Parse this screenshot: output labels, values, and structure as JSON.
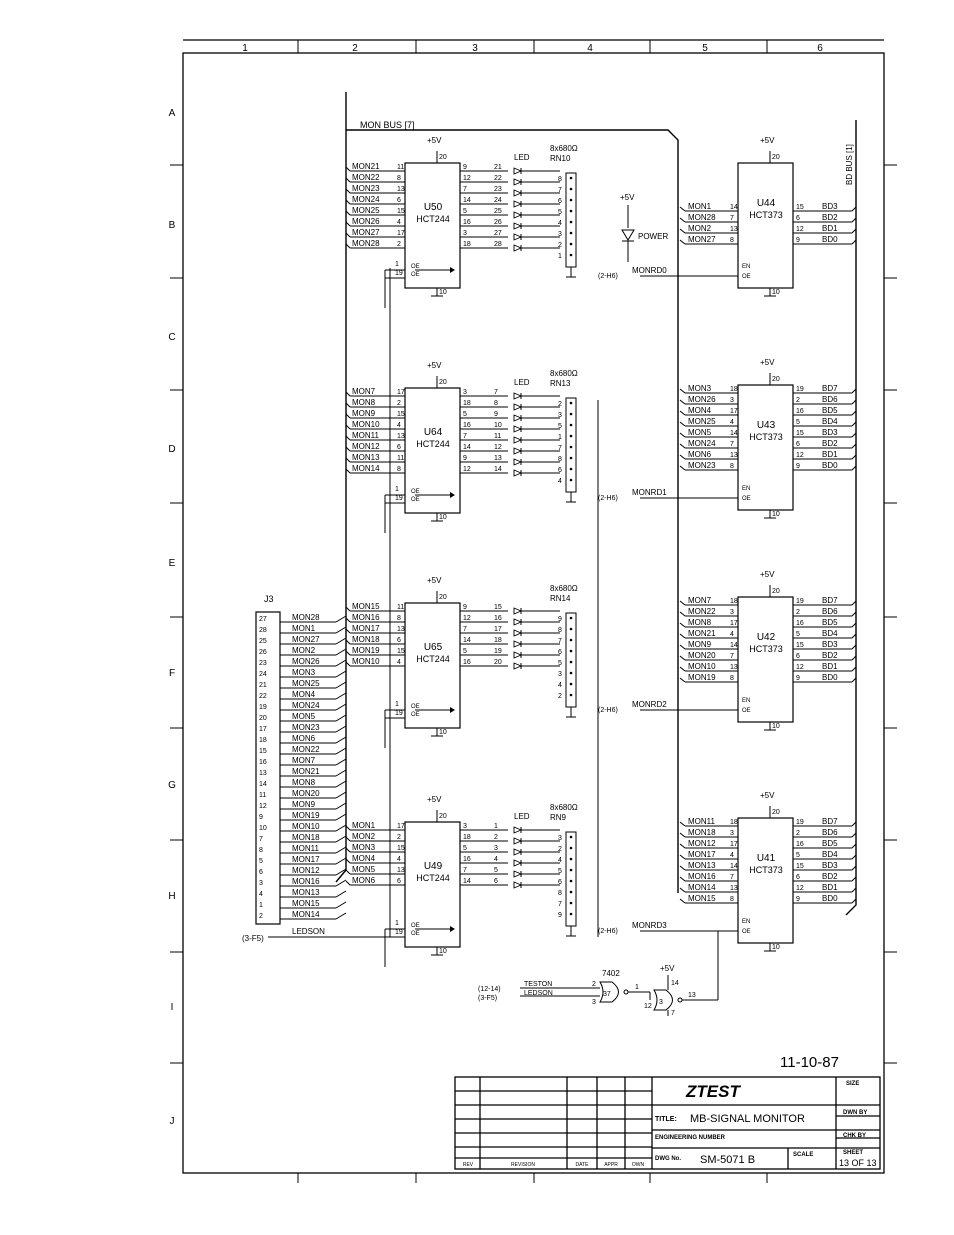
{
  "grid": {
    "cols": [
      "1",
      "2",
      "3",
      "4",
      "5",
      "6"
    ],
    "rows": [
      "A",
      "B",
      "C",
      "D",
      "E",
      "F",
      "G",
      "H",
      "I",
      "J"
    ]
  },
  "bus": {
    "label": "MON BUS [7]",
    "bd_label": "BD BUS [1]"
  },
  "power": {
    "vcc": "+5V",
    "vcc_pin": "20",
    "gnd_pin": "10",
    "power_led": "POWER"
  },
  "buffers": [
    {
      "ref": "U50",
      "part": "HCT244",
      "inputs": [
        "MON21",
        "MON22",
        "MON23",
        "MON24",
        "MON25",
        "MON26",
        "MON27",
        "MON28"
      ],
      "in_pins": [
        "11",
        "8",
        "13",
        "6",
        "15",
        "4",
        "17",
        "2"
      ],
      "out_pins": [
        "9",
        "12",
        "7",
        "14",
        "5",
        "16",
        "3",
        "18"
      ],
      "led_label": "LED",
      "led_pins": [
        "21",
        "22",
        "23",
        "24",
        "25",
        "26",
        "27",
        "28"
      ],
      "rn": "RN10",
      "rn_val": "8x680Ω",
      "rn_pins": [
        "8",
        "7",
        "6",
        "5",
        "4",
        "3",
        "2",
        "1"
      ]
    },
    {
      "ref": "U64",
      "part": "HCT244",
      "inputs": [
        "MON7",
        "MON8",
        "MON9",
        "MON10",
        "MON11",
        "MON12",
        "MON13",
        "MON14"
      ],
      "in_pins": [
        "17",
        "2",
        "15",
        "4",
        "13",
        "6",
        "11",
        "8"
      ],
      "out_pins": [
        "3",
        "18",
        "5",
        "16",
        "7",
        "14",
        "9",
        "12"
      ],
      "led_label": "LED",
      "led_pins": [
        "7",
        "8",
        "9",
        "10",
        "11",
        "12",
        "13",
        "14"
      ],
      "rn": "RN13",
      "rn_val": "8x680Ω",
      "rn_pins": [
        "2",
        "3",
        "5",
        "1",
        "7",
        "8",
        "6",
        "4"
      ]
    },
    {
      "ref": "U65",
      "part": "HCT244",
      "inputs": [
        "MON15",
        "MON16",
        "MON17",
        "MON18",
        "MON19",
        "MON10"
      ],
      "in_pins": [
        "11",
        "8",
        "13",
        "6",
        "15",
        "4"
      ],
      "out_pins": [
        "9",
        "12",
        "7",
        "14",
        "5",
        "16"
      ],
      "led_label": "",
      "led_pins": [
        "15",
        "16",
        "17",
        "18",
        "19",
        "20"
      ],
      "rn": "RN14",
      "rn_val": "8x680Ω",
      "rn_pins": [
        "9",
        "8",
        "7",
        "6",
        "5",
        "3",
        "4",
        "2"
      ]
    },
    {
      "ref": "U49",
      "part": "HCT244",
      "inputs": [
        "MON1",
        "MON2",
        "MON3",
        "MON4",
        "MON5",
        "MON6"
      ],
      "in_pins": [
        "17",
        "2",
        "15",
        "4",
        "13",
        "6"
      ],
      "out_pins": [
        "3",
        "18",
        "5",
        "16",
        "7",
        "14"
      ],
      "led_label": "LED",
      "led_pins": [
        "1",
        "2",
        "3",
        "4",
        "5",
        "6"
      ],
      "rn": "RN9",
      "rn_val": "8x680Ω",
      "rn_pins": [
        "3",
        "2",
        "4",
        "5",
        "6",
        "8",
        "7",
        "9"
      ]
    }
  ],
  "buffer_oe": {
    "oe1": "1",
    "oe2": "19"
  },
  "latches": [
    {
      "ref": "U44",
      "part": "HCT373",
      "inputs": [
        "MON1",
        "MON28",
        "MON2",
        "MON27"
      ],
      "in_pins": [
        "14",
        "7",
        "13",
        "8"
      ],
      "outputs": [
        "BD3",
        "BD2",
        "BD1",
        "BD0"
      ],
      "out_pins": [
        "15",
        "6",
        "12",
        "9"
      ],
      "rd": "MONRD0",
      "ref_note": "(2-H6)"
    },
    {
      "ref": "U43",
      "part": "HCT373",
      "inputs": [
        "MON3",
        "MON26",
        "MON4",
        "MON25",
        "MON5",
        "MON24",
        "MON6",
        "MON23"
      ],
      "in_pins": [
        "18",
        "3",
        "17",
        "4",
        "14",
        "7",
        "13",
        "8"
      ],
      "outputs": [
        "BD7",
        "BD6",
        "BD5",
        "BD4",
        "BD3",
        "BD2",
        "BD1",
        "BD0"
      ],
      "out_pins": [
        "19",
        "2",
        "16",
        "5",
        "15",
        "6",
        "12",
        "9"
      ],
      "rd": "MONRD1",
      "ref_note": "(2-H6)"
    },
    {
      "ref": "U42",
      "part": "HCT373",
      "inputs": [
        "MON7",
        "MON22",
        "MON8",
        "MON21",
        "MON9",
        "MON20",
        "MON10",
        "MON19"
      ],
      "in_pins": [
        "18",
        "3",
        "17",
        "4",
        "14",
        "7",
        "13",
        "8"
      ],
      "outputs": [
        "BD7",
        "BD6",
        "BD5",
        "BD4",
        "BD3",
        "BD2",
        "BD1",
        "BD0"
      ],
      "out_pins": [
        "19",
        "2",
        "16",
        "5",
        "15",
        "6",
        "12",
        "9"
      ],
      "rd": "MONRD2",
      "ref_note": "(2-H6)"
    },
    {
      "ref": "U41",
      "part": "HCT373",
      "inputs": [
        "MON11",
        "MON18",
        "MON12",
        "MON17",
        "MON13",
        "MON16",
        "MON14",
        "MON15"
      ],
      "in_pins": [
        "18",
        "3",
        "17",
        "4",
        "14",
        "7",
        "13",
        "8"
      ],
      "outputs": [
        "BD7",
        "BD6",
        "BD5",
        "BD4",
        "BD3",
        "BD2",
        "BD1",
        "BD0"
      ],
      "out_pins": [
        "19",
        "2",
        "16",
        "5",
        "15",
        "6",
        "12",
        "9"
      ],
      "rd": "MONRD3",
      "ref_note": "(2-H6)"
    }
  ],
  "connector": {
    "ref": "J3",
    "pins": [
      "27",
      "28",
      "25",
      "26",
      "23",
      "24",
      "21",
      "22",
      "19",
      "20",
      "17",
      "18",
      "15",
      "16",
      "13",
      "14",
      "11",
      "12",
      "9",
      "10",
      "7",
      "8",
      "5",
      "6",
      "3",
      "4",
      "1",
      "2"
    ],
    "signals": [
      "MON28",
      "MON1",
      "MON27",
      "MON2",
      "MON26",
      "MON3",
      "MON25",
      "MON4",
      "MON24",
      "MON5",
      "MON23",
      "MON6",
      "MON22",
      "MON7",
      "MON21",
      "MON8",
      "MON20",
      "MON9",
      "MON19",
      "MON10",
      "MON18",
      "MON11",
      "MON17",
      "MON12",
      "MON16",
      "MON13",
      "MON15",
      "MON14"
    ]
  },
  "ledson": {
    "signal": "LEDSON",
    "ref_note": "(3-F5)"
  },
  "gates": {
    "nand_ref": "7402",
    "nand_num": "37",
    "inv_num": "3",
    "inputs": [
      "TESTON",
      "LEDSON"
    ],
    "input_refs": [
      "(12-14)",
      "(3-F5)"
    ],
    "pins": [
      "2",
      "3",
      "1",
      "12",
      "13",
      "14",
      "7"
    ]
  },
  "date_note": "11-10-87",
  "title_block": {
    "company": "ZTEST",
    "title_label": "TITLE:",
    "title": "MB-SIGNAL MONITOR",
    "eng_label": "ENGINEERING NUMBER",
    "dwg_label": "DWG No.",
    "dwg_no": "SM-5071 B",
    "size_label": "SIZE",
    "dwn_label": "DWN BY",
    "chk_label": "CHK BY",
    "scale_label": "SCALE",
    "sheet_label": "SHEET",
    "sheet": "13 OF 13",
    "rev_cols": [
      "REV",
      "REVISION",
      "DATE",
      "APPR",
      "OWN"
    ]
  }
}
